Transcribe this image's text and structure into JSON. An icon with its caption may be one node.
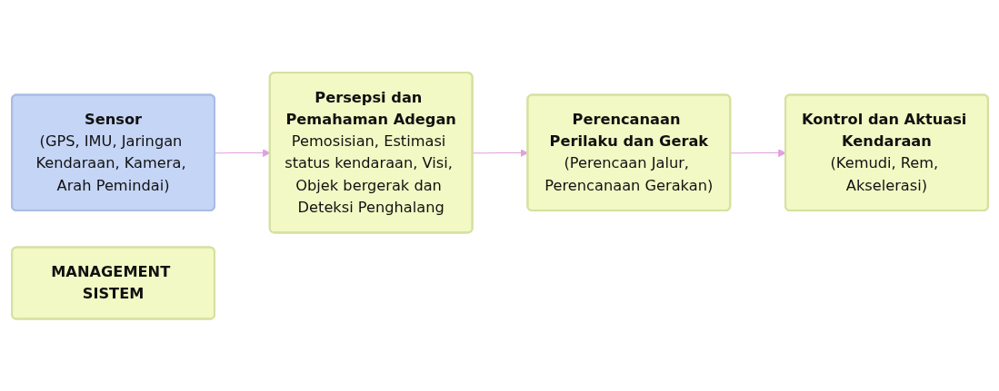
{
  "diagram": {
    "nodes": [
      {
        "text": [
          "Sensor",
          "(GPS, IMU, Jaringan Kendaraan, Kamera, Arah Pemindai)"
        ]
      },
      {
        "text": [
          "Persepsi dan Pemahaman Adegan",
          "Pemosisian, Estimasi status kendaraan, Visi, Objek bergerak dan Deteksi Penghalang"
        ]
      },
      {
        "text": [
          "Perencanaan Perilaku dan Gerak",
          "(Perencaan Jalur, Perencanaan Gerakan)"
        ]
      },
      {
        "text": [
          "MANAGEMENT SISTEM"
        ]
      },
      {
        "text": [
          "Kontrol dan Aktuasi Kendaraan",
          "(Kemudi, Rem, Akselerasi)"
        ]
      }
    ],
    "edges": [
      {
        "from": 0,
        "to": 1,
        "arrow": "to"
      },
      {
        "from": 1,
        "to": 2,
        "arrow": "to"
      },
      {
        "from": 2,
        "to": 4,
        "arrow": "to"
      }
    ]
  }
}
